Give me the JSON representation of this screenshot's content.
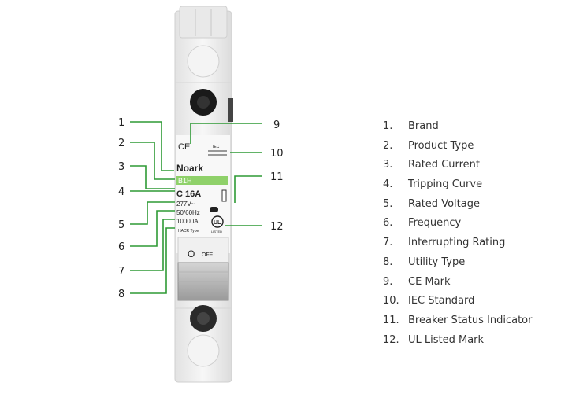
{
  "device": {
    "brand": "Noark",
    "product_type": "B1H",
    "rated_current": "C 16A",
    "rated_voltage": "277V~",
    "frequency": "50/60Hz",
    "interrupting_rating": "10000A",
    "utility_type": "HACR Type",
    "ce_mark": "CE",
    "iec_text": "IEC",
    "ul_mark": "UL",
    "ul_sub": "LISTED",
    "switch_symbol": "O",
    "switch_state": "OFF"
  },
  "callouts": [
    "1",
    "2",
    "3",
    "4",
    "5",
    "6",
    "7",
    "8",
    "9",
    "10",
    "11",
    "12"
  ],
  "legend": [
    {
      "num": "1.",
      "label": "Brand"
    },
    {
      "num": "2.",
      "label": "Product Type"
    },
    {
      "num": "3.",
      "label": "Rated Current"
    },
    {
      "num": "4.",
      "label": "Tripping Curve"
    },
    {
      "num": "5.",
      "label": "Rated Voltage"
    },
    {
      "num": "6.",
      "label": "Frequency"
    },
    {
      "num": "7.",
      "label": "Interrupting Rating"
    },
    {
      "num": "8.",
      "label": "Utility Type"
    },
    {
      "num": "9.",
      "label": "CE Mark"
    },
    {
      "num": "10.",
      "label": "IEC Standard"
    },
    {
      "num": "11.",
      "label": "Breaker Status Indicator"
    },
    {
      "num": "12.",
      "label": "UL Listed Mark"
    }
  ],
  "colors": {
    "leader": "#2e9a35",
    "accent_green": "#8fd16a",
    "body": "#eeeeee"
  }
}
